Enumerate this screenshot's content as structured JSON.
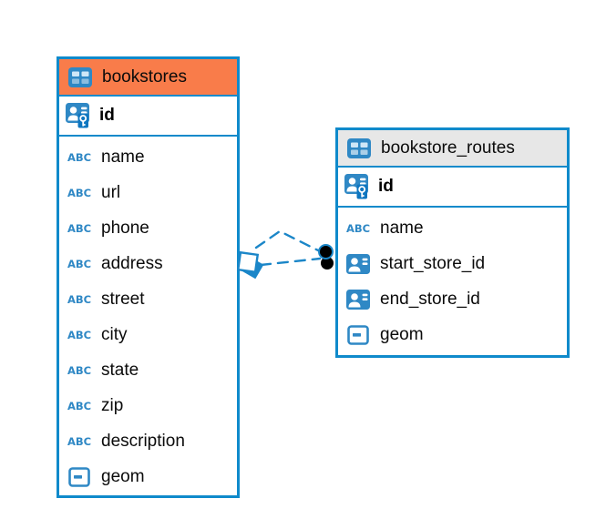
{
  "diagram": {
    "colors": {
      "table_border": "#0f8acb",
      "bookstores_header": "#f97c4a",
      "routes_header": "#e7e7e7",
      "icon_blue": "#2f88c5",
      "connector_blue": "#1b86c8"
    },
    "icons": {
      "text_type_label": "ABC"
    },
    "tables": [
      {
        "name": "bookstores",
        "primary_key": "id",
        "columns": [
          {
            "name": "name",
            "type": "text"
          },
          {
            "name": "url",
            "type": "text"
          },
          {
            "name": "phone",
            "type": "text"
          },
          {
            "name": "address",
            "type": "text"
          },
          {
            "name": "street",
            "type": "text"
          },
          {
            "name": "city",
            "type": "text"
          },
          {
            "name": "state",
            "type": "text"
          },
          {
            "name": "zip",
            "type": "text"
          },
          {
            "name": "description",
            "type": "text"
          },
          {
            "name": "geom",
            "type": "geometry"
          }
        ]
      },
      {
        "name": "bookstore_routes",
        "primary_key": "id",
        "columns": [
          {
            "name": "name",
            "type": "text"
          },
          {
            "name": "start_store_id",
            "type": "reference"
          },
          {
            "name": "end_store_id",
            "type": "reference"
          },
          {
            "name": "geom",
            "type": "geometry"
          }
        ]
      }
    ],
    "relationships": [
      {
        "from": "bookstore_routes",
        "to": "bookstores",
        "style": "dashed"
      },
      {
        "from": "bookstore_routes",
        "to": "bookstores",
        "style": "dashed"
      }
    ]
  }
}
